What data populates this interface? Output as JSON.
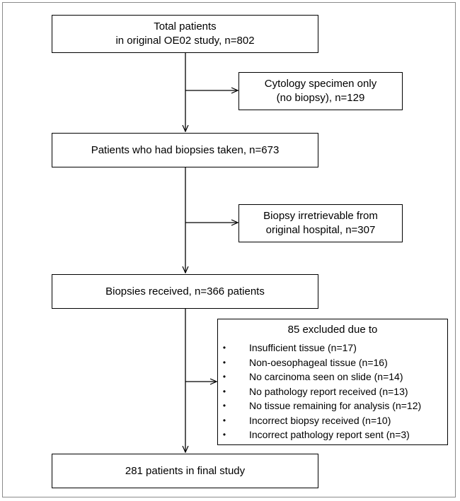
{
  "flowchart": {
    "total": {
      "line1": "Total patients",
      "line2": "in original OE02 study, n=802"
    },
    "cytology": {
      "line1": "Cytology specimen only",
      "line2": "(no biopsy), n=129"
    },
    "biopsies_taken": {
      "label": "Patients who had biopsies taken, n=673"
    },
    "irretrievable": {
      "line1": "Biopsy irretrievable from",
      "line2": "original hospital, n=307"
    },
    "received": {
      "label": "Biopsies received, n=366 patients"
    },
    "excluded": {
      "heading": "85 excluded due to",
      "bullet": "•",
      "items": [
        "Insufficient tissue (n=17)",
        "Non-oesophageal tissue (n=16)",
        "No carcinoma seen on slide (n=14)",
        "No pathology report received (n=13)",
        "No tissue remaining for analysis (n=12)",
        "Incorrect biopsy received (n=10)",
        "Incorrect pathology report sent (n=3)"
      ]
    },
    "final": {
      "label": "281 patients in final study"
    }
  }
}
